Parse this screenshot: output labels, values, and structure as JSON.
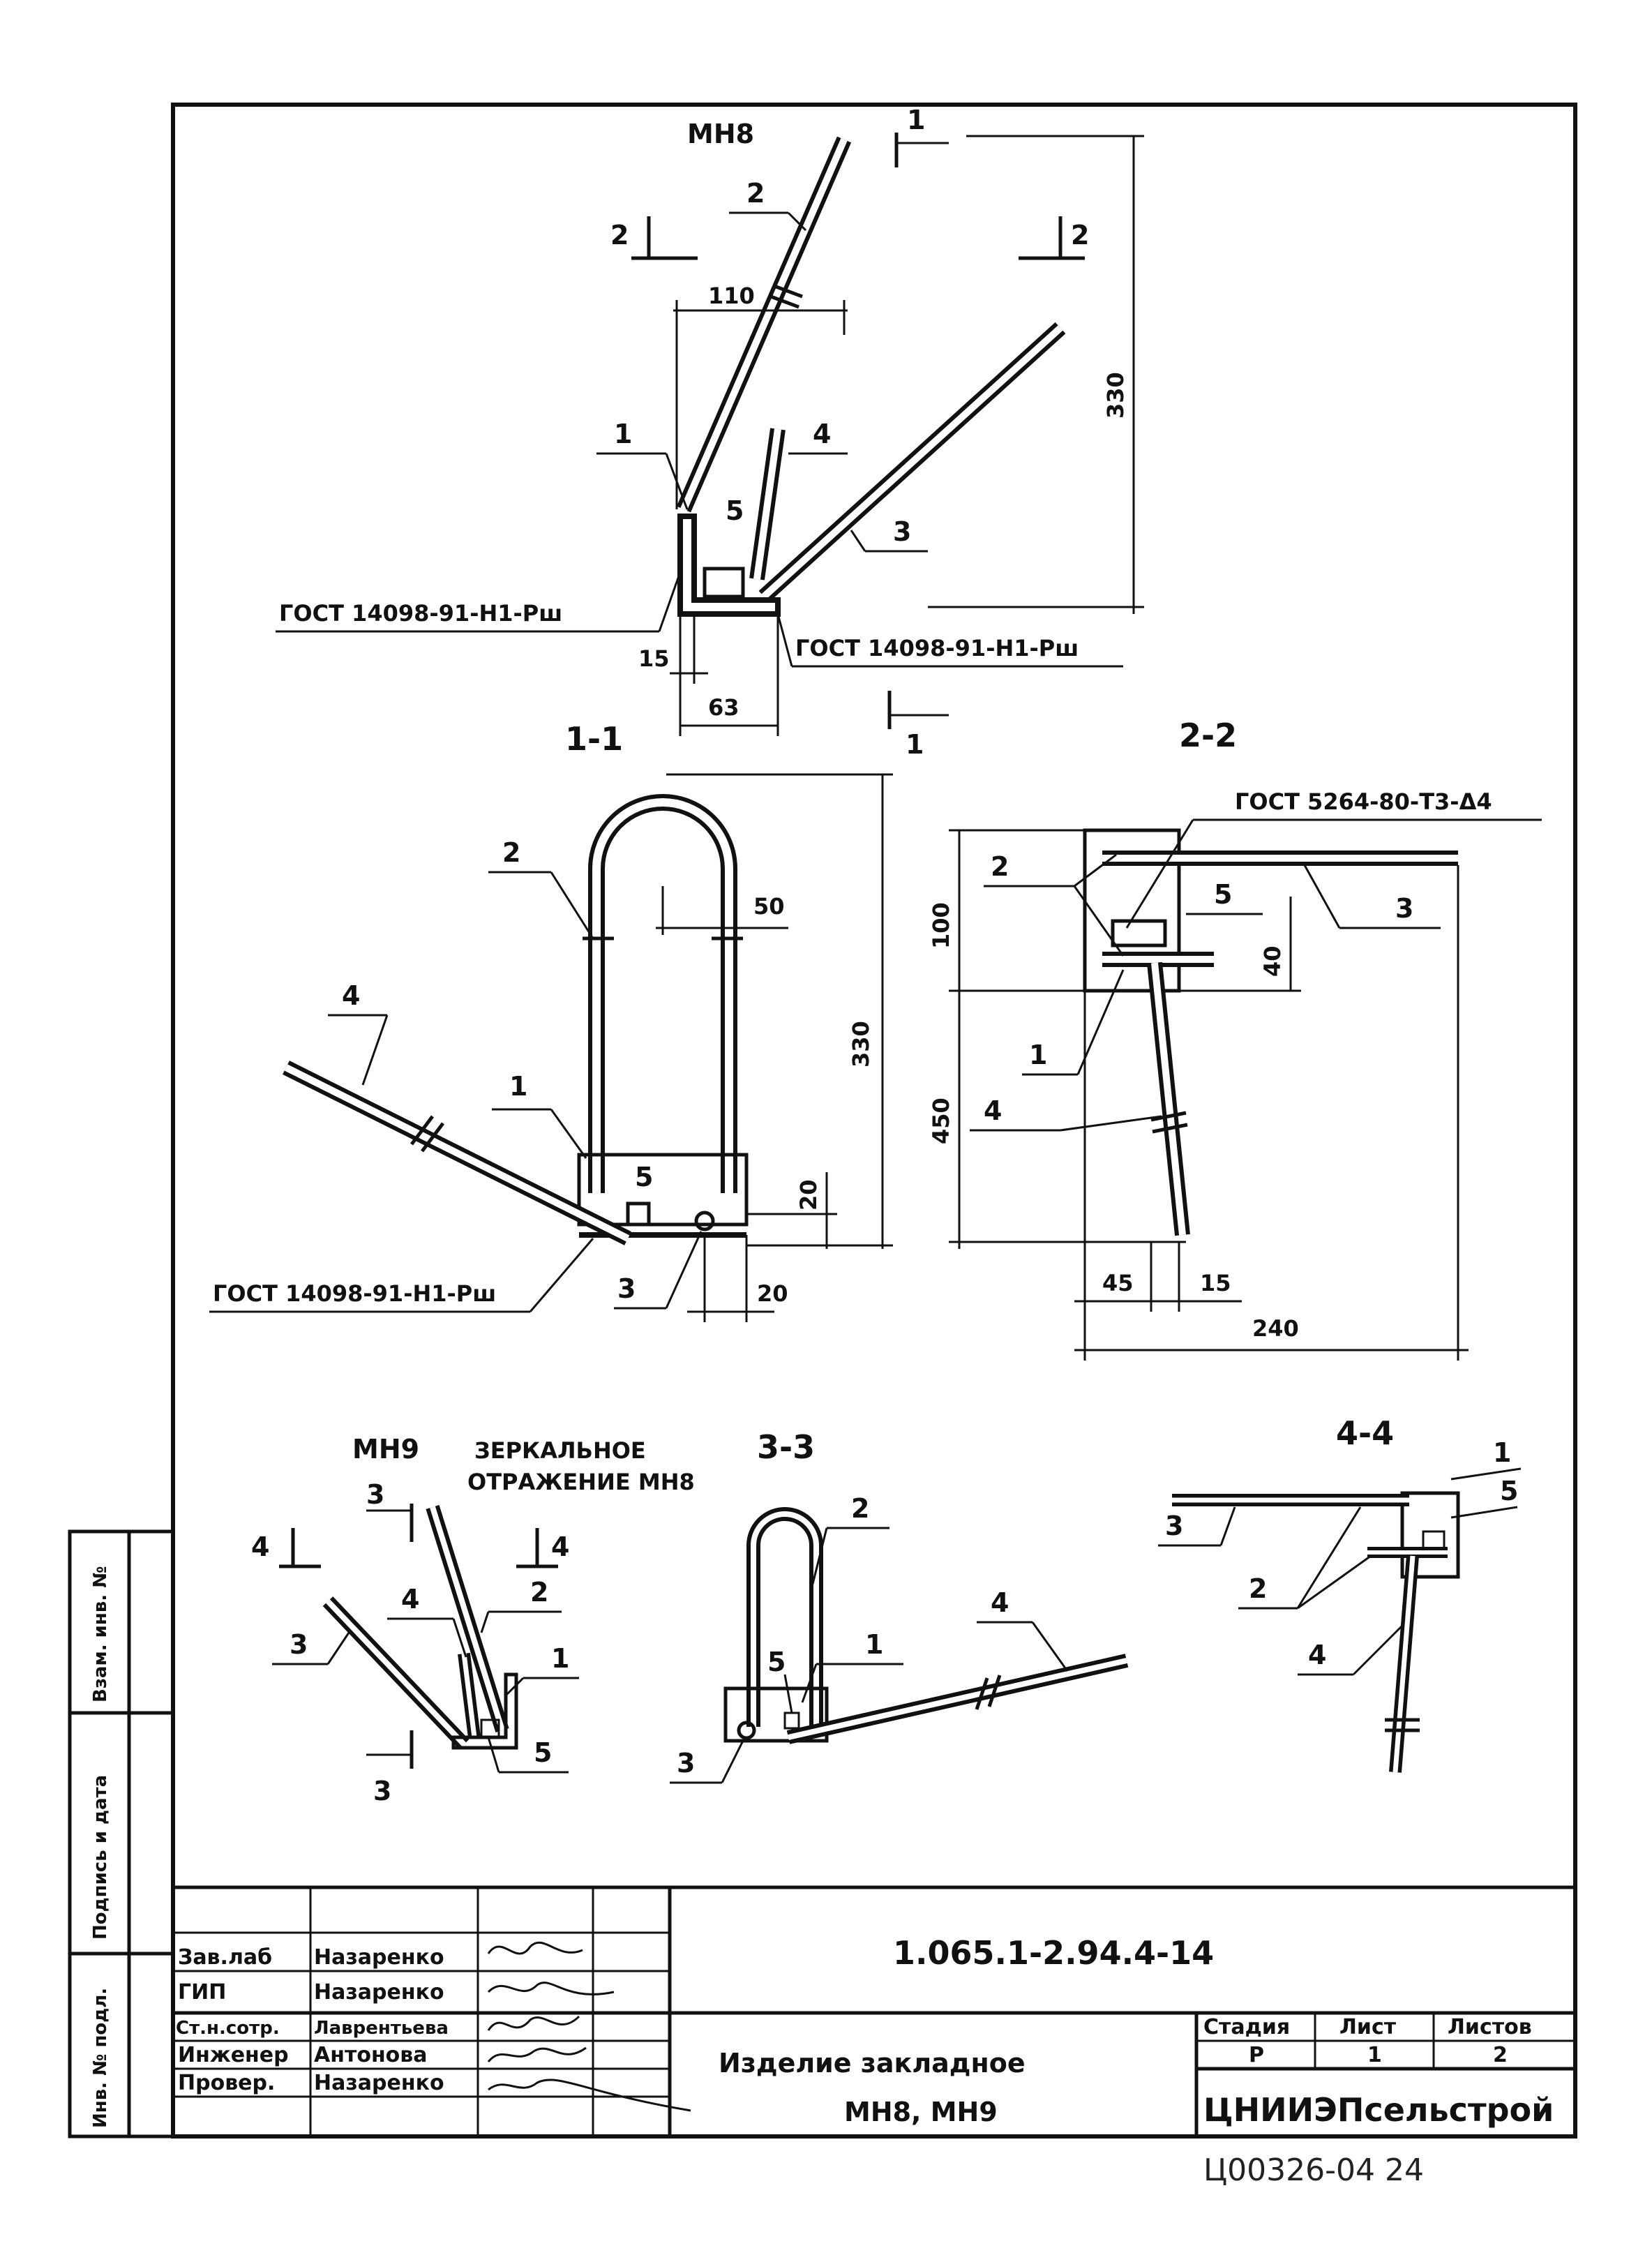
{
  "views": {
    "main": {
      "title": "МН8",
      "section_marks": [
        "1",
        "1",
        "2",
        "2"
      ],
      "part_labels": [
        "1",
        "2",
        "3",
        "4",
        "5"
      ],
      "dims": [
        "110",
        "330",
        "15",
        "63"
      ],
      "weld_left": "ГОСТ 14098-91-Н1-Рш",
      "weld_right": "ГОСТ 14098-91-Н1-Рш"
    },
    "section_1_1": {
      "title": "1-1",
      "part_labels": [
        "1",
        "2",
        "3",
        "4",
        "5"
      ],
      "dims": [
        "50",
        "330",
        "20",
        "20"
      ],
      "weld": "ГОСТ 14098-91-Н1-Рш"
    },
    "section_2_2": {
      "title": "2-2",
      "weld": "ГОСТ 5264-80-Т3-Δ4",
      "part_labels": [
        "1",
        "2",
        "3",
        "4",
        "5"
      ],
      "dims": [
        "100",
        "40",
        "450",
        "45",
        "15",
        "240"
      ]
    },
    "mn9": {
      "title": "МН9",
      "note_line1": "ЗЕРКАЛЬНОЕ",
      "note_line2": "ОТРАЖЕНИЕ МН8",
      "section_marks": [
        "3",
        "3",
        "4",
        "4"
      ],
      "part_labels": [
        "1",
        "2",
        "3",
        "4",
        "5"
      ]
    },
    "section_3_3": {
      "title": "3-3",
      "part_labels": [
        "1",
        "2",
        "3",
        "4",
        "5"
      ]
    },
    "section_4_4": {
      "title": "4-4",
      "part_labels": [
        "1",
        "2",
        "3",
        "4",
        "5"
      ]
    }
  },
  "side_stamp": {
    "inv_podl": "Инв. № подл.",
    "podpis_data": "Подпись и дата",
    "vzam_inv": "Взам. инв. №"
  },
  "title_block": {
    "designation": "1.065.1-2.94.4-14",
    "name_line1": "Изделие закладное",
    "name_line2": "МН8, МН9",
    "stage_header": "Стадия",
    "sheet_header": "Лист",
    "sheets_header": "Листов",
    "stage": "Р",
    "sheet": "1",
    "sheets": "2",
    "organization": "ЦНИИЭПсельстрой",
    "roles": [
      {
        "role": "Зав.лаб",
        "name": "Назаренко"
      },
      {
        "role": "ГИП",
        "name": "Назаренко"
      },
      {
        "role": "Ст.н.сотр.",
        "name": "Лаврентьева"
      },
      {
        "role": "Инженер",
        "name": "Антонова"
      },
      {
        "role": "Провер.",
        "name": "Назаренко"
      }
    ]
  },
  "footer_code": "Ц00326-04  24"
}
